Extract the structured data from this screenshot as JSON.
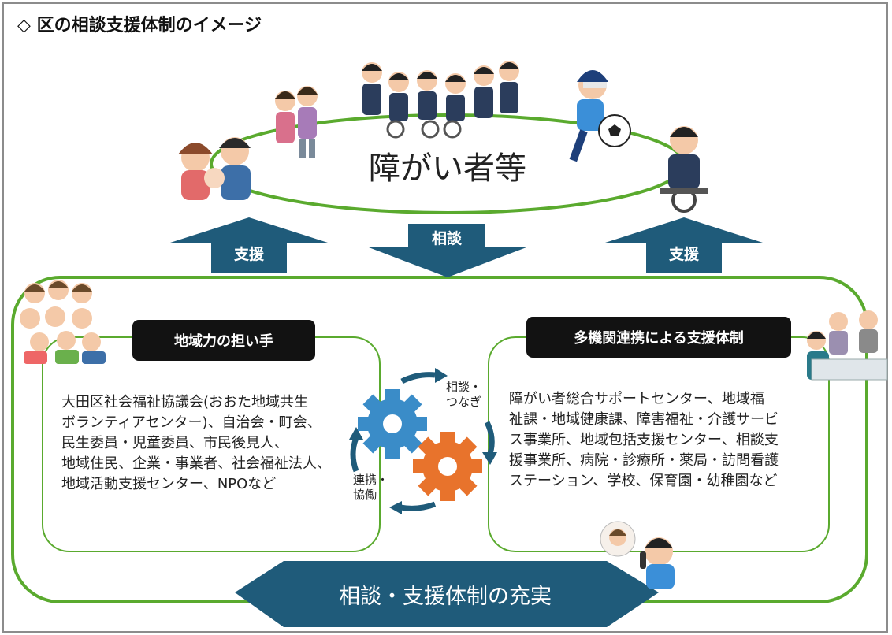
{
  "title": "◇ 区の相談支援体制のイメージ",
  "top": {
    "label": "障がい者等"
  },
  "arrows": {
    "left_support": "支援",
    "center_consult": "相談",
    "right_support": "支援"
  },
  "left_box": {
    "heading": "地域力の担い手",
    "lines": [
      "大田区社会福祉協議会(おおた地域共生",
      "ボランティアセンター)、自治会・町会、",
      "民生委員・児童委員、市民後見人、",
      "地域住民、企業・事業者、社会福祉法人、",
      "地域活動支援センター、NPOなど"
    ]
  },
  "right_box": {
    "heading": "多機関連携による支援体制",
    "lines": [
      "障がい者総合サポートセンター、地域福",
      "祉課・地域健康課、障害福祉・介護サービ",
      "ス事業所、地域包括支援センター、相談支",
      "援事業所、病院・診療所・薬局・訪問看護",
      "ステーション、学校、保育園・幼稚園など"
    ]
  },
  "cycle": {
    "consult_connect": [
      "相談・",
      "つなぎ"
    ],
    "coop": [
      "連携・",
      "協働"
    ]
  },
  "banner": "相談・支援体制の充実",
  "colors": {
    "green": "#5aaa2e",
    "navy": "#1f5b7a",
    "gear_blue": "#3a8cc8",
    "gear_orange": "#e8732c",
    "black_pill": "#121212"
  }
}
